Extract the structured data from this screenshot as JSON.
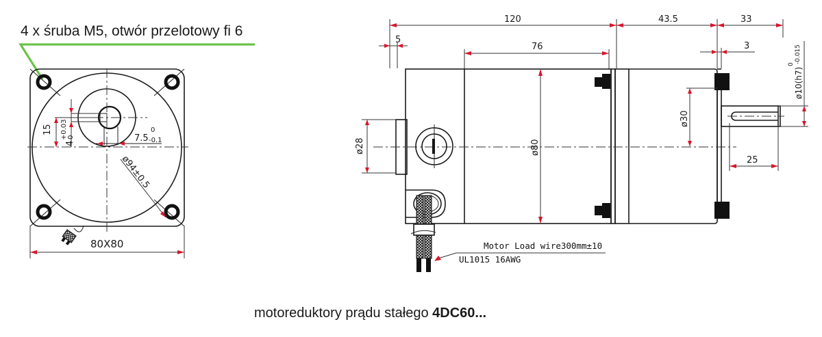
{
  "callout": {
    "text": "4 x śruba M5, otwór przelotowy fi 6",
    "line_color": "#6cc24a"
  },
  "front_view": {
    "dimensions": {
      "flange": "80X80",
      "shaft_offset": "15",
      "key_height": "4",
      "key_height_tol_upper": "+0.03",
      "key_height_tol_lower": "0",
      "flat_width": "7.5",
      "flat_width_tol_upper": "0",
      "flat_width_tol_lower": "-0.1",
      "pcd": "ø94±0.5"
    }
  },
  "side_view": {
    "dimensions": {
      "body_length": "120",
      "gearbox_length": "43.5",
      "shaft_length": "33",
      "rear_cap": "5",
      "stator": "76",
      "shaft_shoulder": "3",
      "rear_diameter": "ø28",
      "body_diameter": "ø80",
      "pilot_diameter": "ø30",
      "key_length": "25",
      "shaft_diameter": "ø10(h7)",
      "shaft_tol_upper": "0",
      "shaft_tol_lower": "-0.015"
    },
    "wire_note": {
      "line1": "Motor Load wire300mm±10",
      "line2": "UL1015 16AWG"
    }
  },
  "caption": {
    "prefix": "motoreduktory prądu stałego ",
    "model": "4DC60..."
  },
  "colors": {
    "dimension_arrow": "#d9152a",
    "callout_line": "#6cc24a",
    "ink": "#1a1a1a"
  }
}
